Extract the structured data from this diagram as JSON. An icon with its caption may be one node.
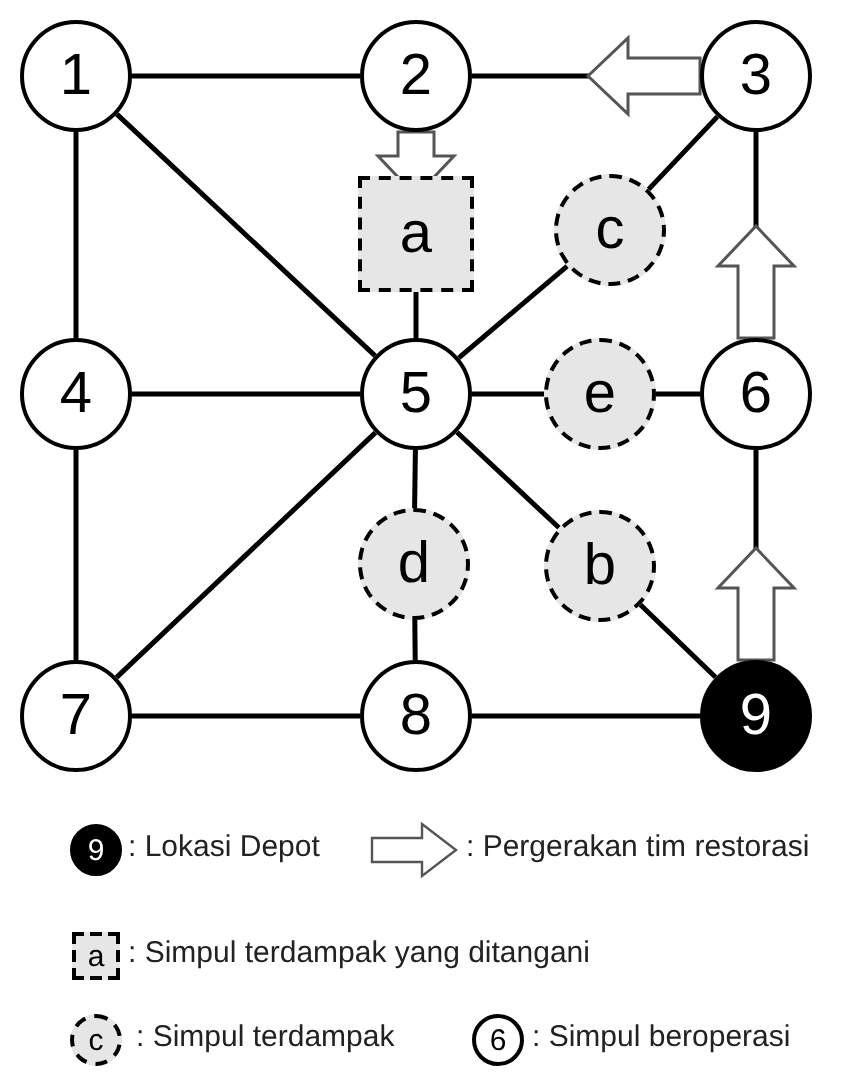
{
  "diagram": {
    "nodes": [
      {
        "text": [
          "1"
        ]
      },
      {
        "text": [
          "2"
        ]
      },
      {
        "text": [
          "3"
        ]
      },
      {
        "text": [
          "a"
        ]
      },
      {
        "text": [
          "c"
        ]
      },
      {
        "text": [
          "4"
        ]
      },
      {
        "text": [
          "5"
        ]
      },
      {
        "text": [
          "e"
        ]
      },
      {
        "text": [
          "6"
        ]
      },
      {
        "text": [
          "d"
        ]
      },
      {
        "text": [
          "b"
        ]
      },
      {
        "text": [
          "7"
        ]
      },
      {
        "text": [
          "8"
        ]
      },
      {
        "text": [
          "9"
        ]
      }
    ],
    "edges": [
      {
        "from": 0,
        "to": 1,
        "arrow": "none"
      },
      {
        "from": 1,
        "to": 2,
        "arrow": "none"
      },
      {
        "from": 0,
        "to": 5,
        "arrow": "none"
      },
      {
        "from": 0,
        "to": 6,
        "arrow": "none"
      },
      {
        "from": 2,
        "to": 4,
        "arrow": "none"
      },
      {
        "from": 2,
        "to": 8,
        "arrow": "none"
      },
      {
        "from": 3,
        "to": 6,
        "arrow": "none"
      },
      {
        "from": 4,
        "to": 6,
        "arrow": "none"
      },
      {
        "from": 5,
        "to": 6,
        "arrow": "none"
      },
      {
        "from": 6,
        "to": 7,
        "arrow": "none"
      },
      {
        "from": 7,
        "to": 8,
        "arrow": "none"
      },
      {
        "from": 5,
        "to": 11,
        "arrow": "none"
      },
      {
        "from": 6,
        "to": 11,
        "arrow": "none"
      },
      {
        "from": 6,
        "to": 9,
        "arrow": "none"
      },
      {
        "from": 6,
        "to": 10,
        "arrow": "none"
      },
      {
        "from": 8,
        "to": 13,
        "arrow": "none"
      },
      {
        "from": 9,
        "to": 12,
        "arrow": "none"
      },
      {
        "from": 10,
        "to": 13,
        "arrow": "none"
      },
      {
        "from": 11,
        "to": 12,
        "arrow": "none"
      },
      {
        "from": 12,
        "to": 13,
        "arrow": "none"
      },
      {
        "from": 2,
        "to": 1,
        "arrow": "to",
        "style": "thick"
      },
      {
        "from": 1,
        "to": 3,
        "arrow": "to",
        "style": "thick"
      },
      {
        "from": 8,
        "to": 2,
        "arrow": "to",
        "style": "thick"
      },
      {
        "from": 13,
        "to": 8,
        "arrow": "to",
        "style": "thick"
      }
    ],
    "labels": [
      "9",
      "a",
      "c",
      "6"
    ],
    "legend": [
      {
        "text": ": Lokasi Depot"
      },
      {
        "text": ": Pergerakan tim restorasi"
      },
      {
        "text": ": Simpul terdampak yang ditangani"
      },
      {
        "text": ": Simpul terdampak"
      },
      {
        "text": ": Simpul beroperasi"
      }
    ]
  }
}
